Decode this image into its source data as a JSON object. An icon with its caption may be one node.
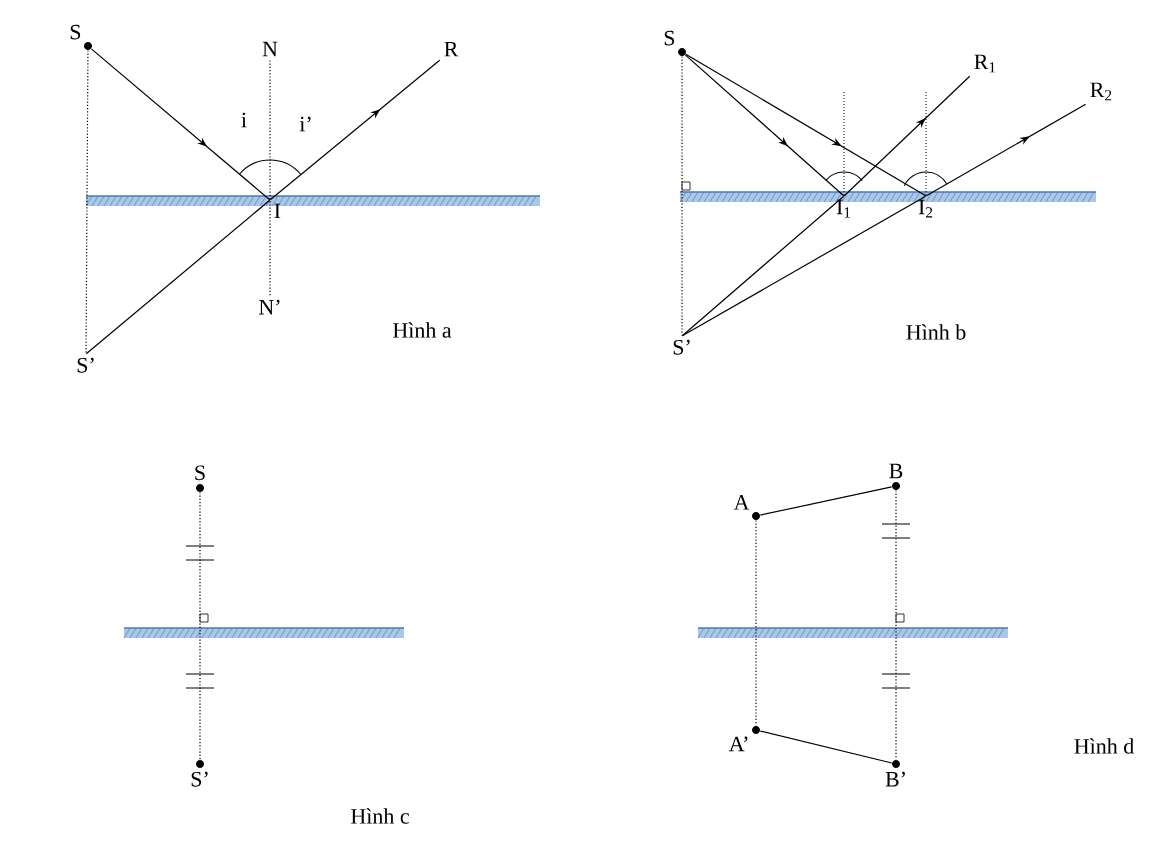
{
  "diagram": {
    "nodes": [
      {
        "text": [
          "S"
        ]
      },
      {
        "text": [
          "N"
        ]
      },
      {
        "text": [
          "R"
        ]
      },
      {
        "text": [
          "I"
        ]
      },
      {
        "text": [
          "N’"
        ]
      },
      {
        "text": [
          "S’"
        ]
      },
      {
        "text": [
          "S"
        ]
      },
      {
        "text": [
          "R$_{1}$"
        ]
      },
      {
        "text": [
          "R$_{2}$"
        ]
      },
      {
        "text": [
          "I$_{1}$"
        ]
      },
      {
        "text": [
          "I$_{2}$"
        ]
      },
      {
        "text": [
          "S’"
        ]
      },
      {
        "text": [
          "S"
        ]
      },
      {
        "text": [
          "S’"
        ]
      },
      {
        "text": [
          "A"
        ]
      },
      {
        "text": [
          "B"
        ]
      },
      {
        "text": [
          "A’"
        ]
      },
      {
        "text": [
          "B’"
        ]
      }
    ],
    "edges": [
      {
        "from": 0,
        "to": 3,
        "arrow": "to"
      },
      {
        "from": 3,
        "to": 2,
        "arrow": "to"
      },
      {
        "from": 0,
        "to": 5,
        "arrow": "none",
        "style": "dashed"
      },
      {
        "from": 5,
        "to": 3,
        "arrow": "none"
      },
      {
        "from": 1,
        "to": 4,
        "arrow": "none",
        "style": "dashed"
      },
      {
        "from": 6,
        "to": 9,
        "arrow": "to"
      },
      {
        "from": 6,
        "to": 10,
        "arrow": "to"
      },
      {
        "from": 9,
        "to": 7,
        "arrow": "to"
      },
      {
        "from": 10,
        "to": 8,
        "arrow": "to"
      },
      {
        "from": 6,
        "to": 11,
        "arrow": "none",
        "style": "dashed"
      },
      {
        "from": 11,
        "to": 9,
        "arrow": "none"
      },
      {
        "from": 11,
        "to": 10,
        "arrow": "none"
      },
      {
        "from": 12,
        "to": 13,
        "arrow": "none",
        "style": "dashed"
      },
      {
        "from": 14,
        "to": 15,
        "arrow": "none"
      },
      {
        "from": 16,
        "to": 17,
        "arrow": "none"
      },
      {
        "from": 14,
        "to": 16,
        "arrow": "none",
        "style": "dashed"
      },
      {
        "from": 15,
        "to": 17,
        "arrow": "none",
        "style": "dashed"
      }
    ],
    "labels": [
      "i",
      "i’",
      "Hình a",
      "Hình b",
      "Hình c",
      "Hình d"
    ]
  }
}
